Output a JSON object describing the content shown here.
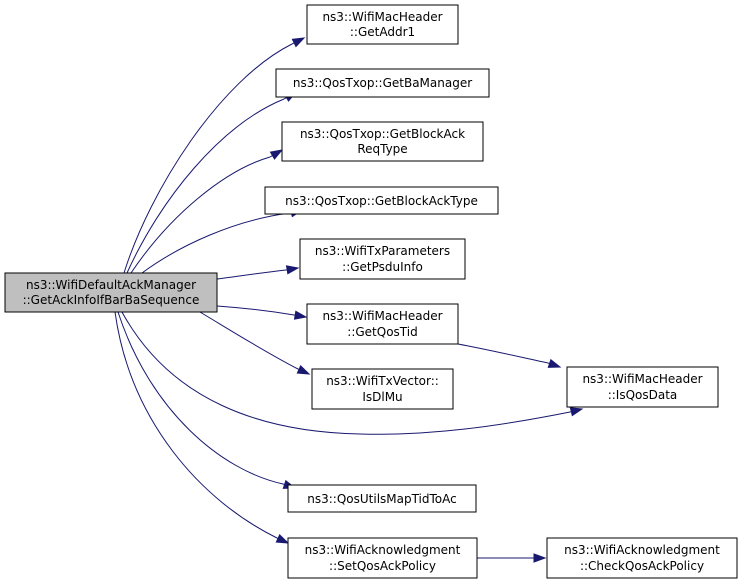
{
  "graph": {
    "root": {
      "lines": [
        "ns3::WifiDefaultAckManager",
        "::GetAckInfoIfBarBaSequence"
      ],
      "fill": "#bfbfbf"
    },
    "callees": [
      {
        "id": "getaddr1",
        "lines": [
          "ns3::WifiMacHeader",
          "::GetAddr1"
        ]
      },
      {
        "id": "getbamanager",
        "lines": [
          "ns3::QosTxop::GetBaManager"
        ]
      },
      {
        "id": "getblockackreqtype",
        "lines": [
          "ns3::QosTxop::GetBlockAck",
          "ReqType"
        ]
      },
      {
        "id": "getblockacktype",
        "lines": [
          "ns3::QosTxop::GetBlockAckType"
        ]
      },
      {
        "id": "getpsduinfo",
        "lines": [
          "ns3::WifiTxParameters",
          "::GetPsduInfo"
        ]
      },
      {
        "id": "getqostid",
        "lines": [
          "ns3::WifiMacHeader",
          "::GetQosTid"
        ]
      },
      {
        "id": "isdlmu",
        "lines": [
          "ns3::WifiTxVector::",
          "IsDlMu"
        ]
      },
      {
        "id": "isqosdata",
        "lines": [
          "ns3::WifiMacHeader",
          "::IsQosData"
        ]
      },
      {
        "id": "qosutilsmaptidtoac",
        "lines": [
          "ns3::QosUtilsMapTidToAc"
        ]
      },
      {
        "id": "setqosackpolicy",
        "lines": [
          "ns3::WifiAcknowledgment",
          "::SetQosAckPolicy"
        ]
      },
      {
        "id": "checkqosackpolicy",
        "lines": [
          "ns3::WifiAcknowledgment",
          "::CheckQosAckPolicy"
        ]
      }
    ],
    "edges": [
      [
        "root",
        "getaddr1"
      ],
      [
        "root",
        "getbamanager"
      ],
      [
        "root",
        "getblockackreqtype"
      ],
      [
        "root",
        "getblockacktype"
      ],
      [
        "root",
        "getpsduinfo"
      ],
      [
        "root",
        "getqostid"
      ],
      [
        "root",
        "isdlmu"
      ],
      [
        "root",
        "isqosdata"
      ],
      [
        "root",
        "qosutilsmaptidtoac"
      ],
      [
        "root",
        "setqosackpolicy"
      ],
      [
        "getqostid",
        "isqosdata"
      ],
      [
        "setqosackpolicy",
        "checkqosackpolicy"
      ]
    ],
    "colors": {
      "edge": "#191970",
      "node_fill": "#ffffff",
      "node_border": "#000000"
    }
  }
}
